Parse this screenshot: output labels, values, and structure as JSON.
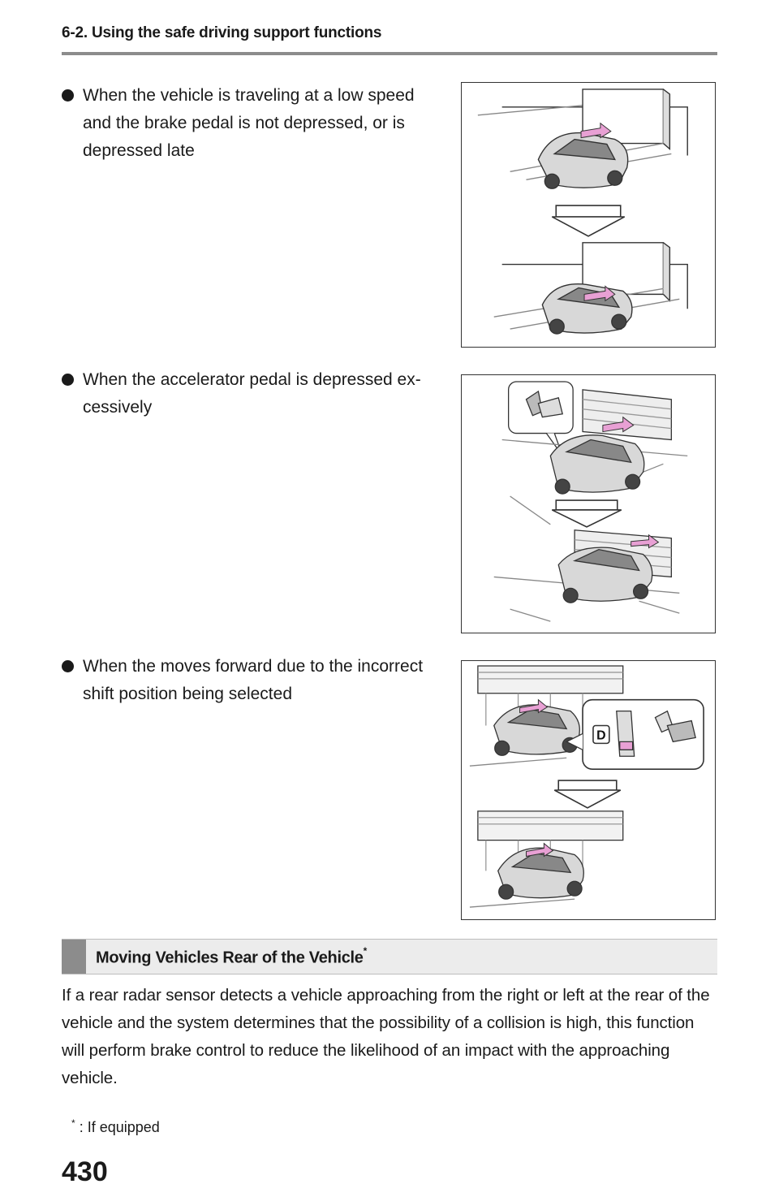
{
  "header": {
    "section": "6-2. Using the safe driving support functions"
  },
  "bullets": [
    {
      "text": "When the vehicle is traveling at a low speed and the brake pedal is not depressed, or is depressed late"
    },
    {
      "text": "When the accelerator pedal is depressed ex-cessively"
    },
    {
      "text": "When the moves forward due to the incorrect shift position being selected"
    }
  ],
  "figures": {
    "shift_label": "D"
  },
  "section": {
    "title": "Moving Vehicles Rear of the Vehicle",
    "mark": "*"
  },
  "paragraph": "If a rear radar sensor detects a vehicle approaching from the right or left at the rear of the vehicle and the system determines that the possibility of a collision is high, this function will perform brake control to reduce the likelihood of an impact with the approaching vehicle.",
  "footnote": {
    "mark": "*",
    "text": ": If equipped"
  },
  "page_number": "430",
  "colors": {
    "highlight": "#e8a0d4",
    "rule": "#8c8c8c",
    "section_bg": "#ececec"
  }
}
